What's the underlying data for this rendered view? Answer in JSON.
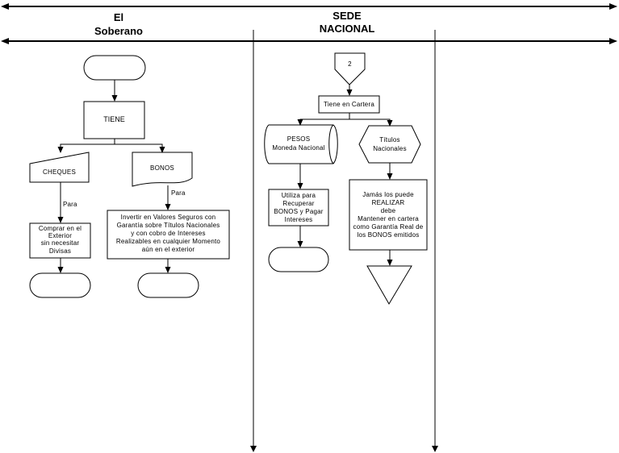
{
  "lanes": {
    "left_title_1": "El",
    "left_title_2": "Soberano",
    "mid_title_1": "SEDE",
    "mid_title_2": "NACIONAL"
  },
  "left_flow": {
    "tiene": "TIENE",
    "cheques": "CHEQUES",
    "bonos": "BONOS",
    "para_1": "Para",
    "para_2": "Para",
    "comprar_1": "Comprar en el",
    "comprar_2": "Exterior",
    "comprar_3": "sin necesitar",
    "comprar_4": "Divisas",
    "invertir_1": "Invertir en Valores Seguros con",
    "invertir_2": "Garantía sobre Títulos Nacionales",
    "invertir_3": "y con cobro de Intereses",
    "invertir_4": "Realizables en cualquier Momento",
    "invertir_5": "aún en el exterior"
  },
  "mid_flow": {
    "connector": "2",
    "tiene_cartera": "Tiene en Cartera",
    "pesos_1": "PESOS",
    "pesos_2": "Moneda Nacional",
    "titulos_1": "Títulos",
    "titulos_2": "Nacionales",
    "utiliza_1": "Utiliza para",
    "utiliza_2": "Recuperar",
    "utiliza_3": "BONOS y Pagar",
    "utiliza_4": "Intereses",
    "jamas_1": "Jamás los puede",
    "jamas_2": "REALIZAR",
    "jamas_3": "debe",
    "jamas_4": "Mantener en cartera",
    "jamas_5": "como Garantía Real de",
    "jamas_6": "los BONOS emitidos"
  }
}
